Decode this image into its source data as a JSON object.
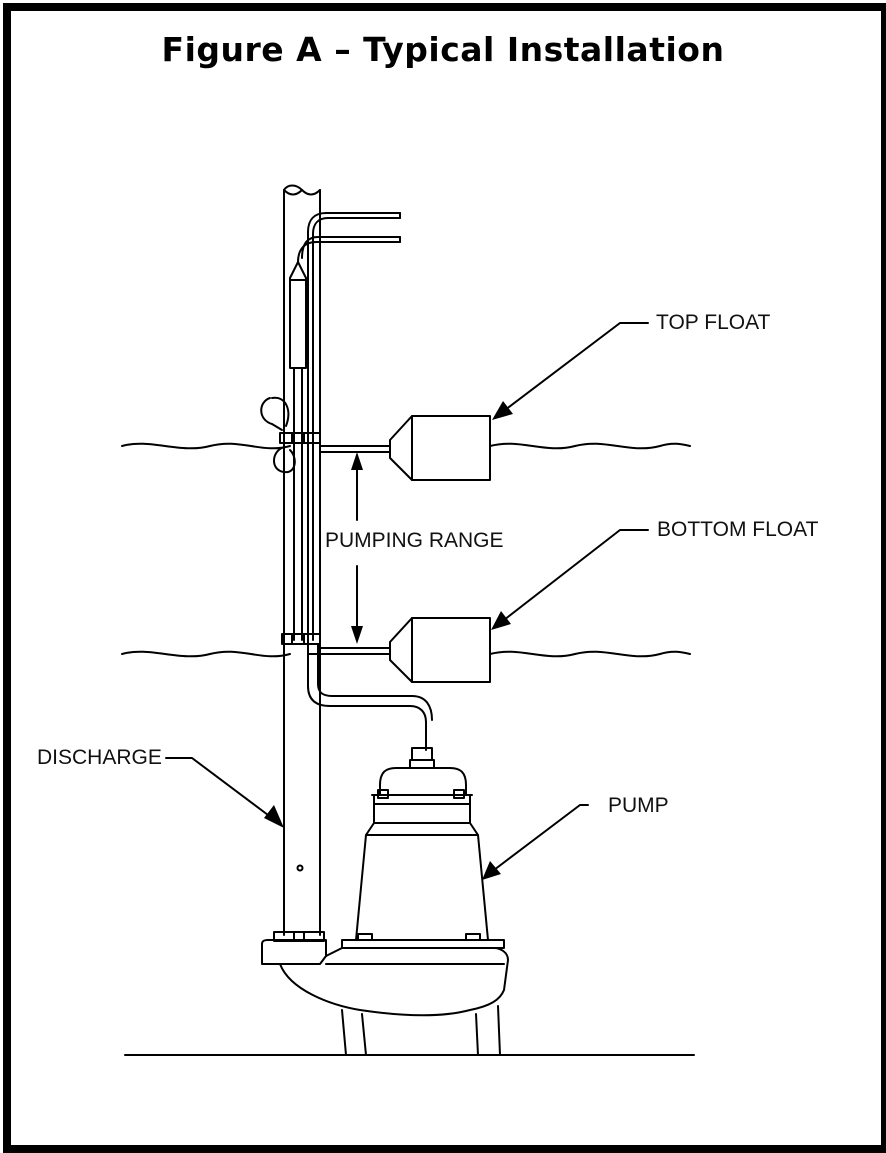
{
  "title": "Figure A – Typical Installation",
  "labels": {
    "top_float": "TOP FLOAT",
    "bottom_float": "BOTTOM FLOAT",
    "pumping_range": "PUMPING RANGE",
    "discharge": "DISCHARGE",
    "pump": "PUMP"
  }
}
